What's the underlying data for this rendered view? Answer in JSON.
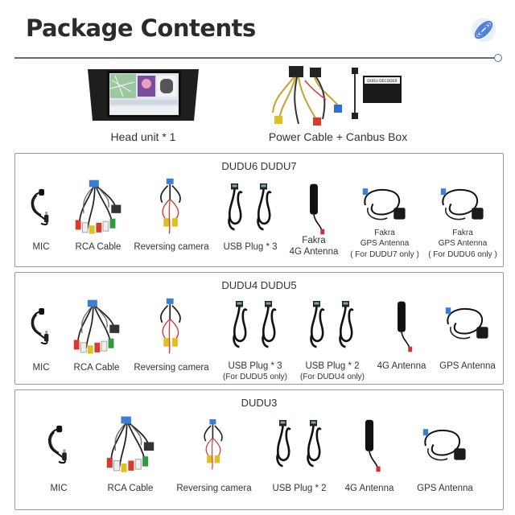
{
  "header": {
    "title": "Package Contents"
  },
  "top_items": [
    {
      "label": "Head unit * 1"
    },
    {
      "label": "Power Cable + Canbus Box"
    }
  ],
  "canbus_box_text": "DUDU DECODER",
  "panels": [
    {
      "title": "DUDU6  DUDU7",
      "items": [
        {
          "label": "MIC"
        },
        {
          "label": "RCA Cable"
        },
        {
          "label": "Reversing camera"
        },
        {
          "label": "USB Plug * 3"
        },
        {
          "label": "Fakra",
          "label2": "4G Antenna"
        },
        {
          "label": "Fakra",
          "label2": "GPS Antenna",
          "note": "( For DUDU7 only )"
        },
        {
          "label": "Fakra",
          "label2": "GPS Antenna",
          "note": "( For DUDU6 only )"
        }
      ]
    },
    {
      "title": "DUDU4  DUDU5",
      "items": [
        {
          "label": "MIC"
        },
        {
          "label": "RCA Cable"
        },
        {
          "label": "Reversing camera"
        },
        {
          "label": "USB Plug * 3",
          "note": "(For DUDU5 only)"
        },
        {
          "label": "USB Plug * 2",
          "note": "(For DUDU4 only)"
        },
        {
          "label": "4G Antenna"
        },
        {
          "label": "GPS Antenna"
        }
      ]
    },
    {
      "title": "DUDU3",
      "items": [
        {
          "label": "MIC"
        },
        {
          "label": "RCA Cable"
        },
        {
          "label": "Reversing camera"
        },
        {
          "label": "USB Plug * 2"
        },
        {
          "label": "4G Antenna"
        },
        {
          "label": "GPS Antenna"
        }
      ]
    }
  ],
  "colors": {
    "accent": "#4a7bd6",
    "rule": "#5b6f86",
    "text": "#333333"
  }
}
